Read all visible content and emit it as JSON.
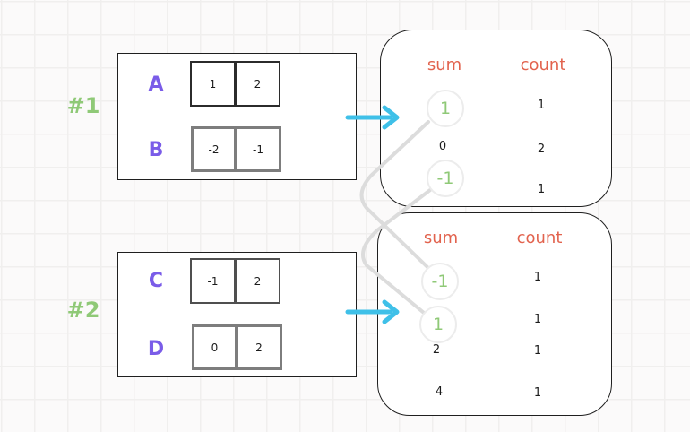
{
  "groups": [
    {
      "label": "#1",
      "rows": [
        {
          "name": "A",
          "values": [
            "1",
            "2"
          ]
        },
        {
          "name": "B",
          "values": [
            "-2",
            "-1"
          ]
        }
      ]
    },
    {
      "label": "#2",
      "rows": [
        {
          "name": "C",
          "values": [
            "-1",
            "2"
          ]
        },
        {
          "name": "D",
          "values": [
            "0",
            "2"
          ]
        }
      ]
    }
  ],
  "result_tables": [
    {
      "sum_header": "sum",
      "count_header": "count",
      "rows": [
        {
          "sum": "1",
          "count": "1",
          "circled": true
        },
        {
          "sum": "0",
          "count": "2",
          "circled": false
        },
        {
          "sum": "-1",
          "count": "1",
          "circled": true
        }
      ]
    },
    {
      "sum_header": "sum",
      "count_header": "count",
      "rows": [
        {
          "sum": "-1",
          "count": "1",
          "circled": true
        },
        {
          "sum": "1",
          "count": "1",
          "circled": true
        },
        {
          "sum": "2",
          "count": "1",
          "circled": false
        },
        {
          "sum": "4",
          "count": "1",
          "circled": false
        }
      ]
    }
  ],
  "connections": [
    {
      "from_table": 1,
      "from_sum": "1",
      "to_table": 2,
      "to_sum": "-1"
    },
    {
      "from_table": 1,
      "from_sum": "-1",
      "to_table": 2,
      "to_sum": "1"
    }
  ],
  "colors": {
    "group_label_green": "#8fc977",
    "row_letter_purple": "#7a5ce8",
    "header_orange": "#e2634e",
    "circled_value_green": "#8fc977",
    "arrow_cyan": "#3fc0e8",
    "connector_gray": "#dcdcdc",
    "box_border": "#1f1f1f"
  }
}
